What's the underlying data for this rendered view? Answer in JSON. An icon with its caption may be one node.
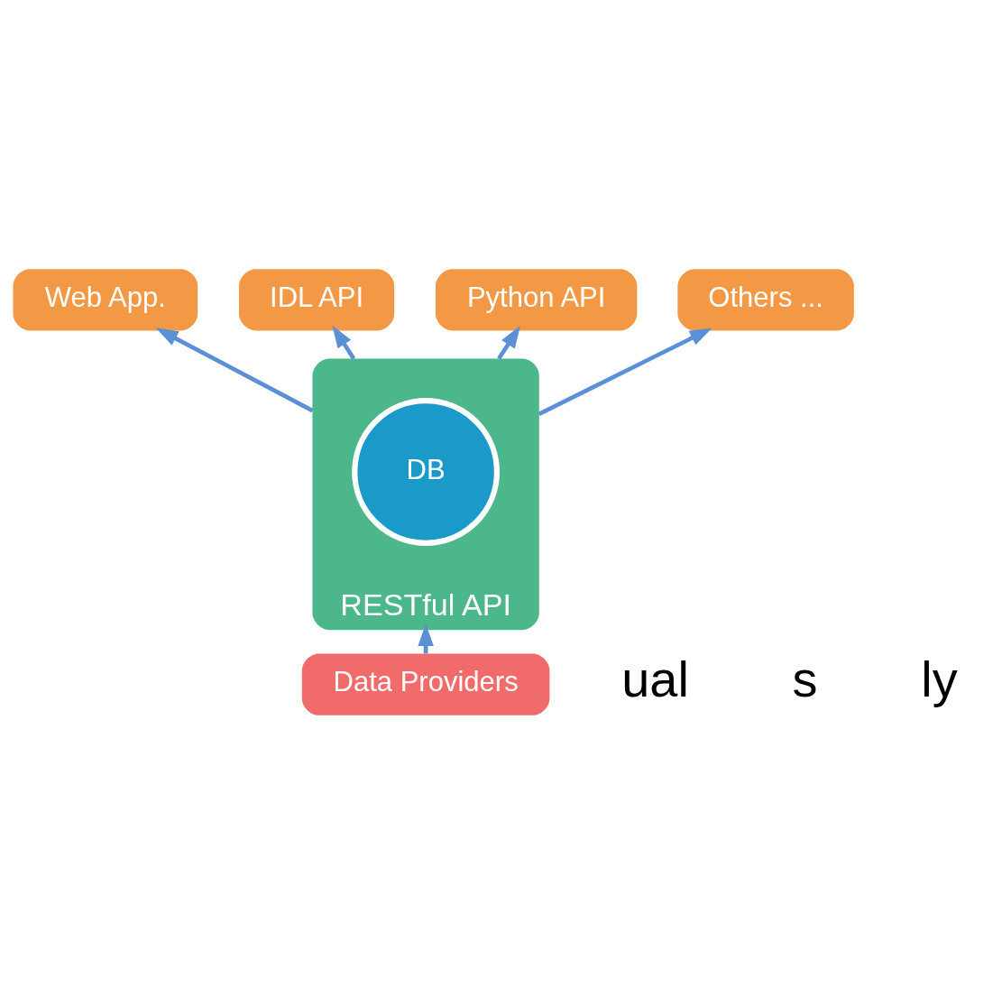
{
  "diagram": {
    "nodes": [
      {
        "text": [
          "Web App."
        ]
      },
      {
        "text": [
          "IDL API"
        ]
      },
      {
        "text": [
          "Python API"
        ]
      },
      {
        "text": [
          "Others ..."
        ]
      },
      {
        "text": [
          "RESTful API"
        ]
      },
      {
        "text": [
          "DB"
        ],
        "in": 4
      },
      {
        "text": [
          "Data Providers"
        ]
      }
    ],
    "edges": [
      {
        "from": 4,
        "to": 0,
        "arrow": "to"
      },
      {
        "from": 4,
        "to": 1,
        "arrow": "to"
      },
      {
        "from": 4,
        "to": 2,
        "arrow": "to"
      },
      {
        "from": 4,
        "to": 3,
        "arrow": "to"
      },
      {
        "from": 6,
        "to": 4,
        "arrow": "to"
      }
    ],
    "labels": [
      "ual",
      "s",
      "ly"
    ]
  }
}
